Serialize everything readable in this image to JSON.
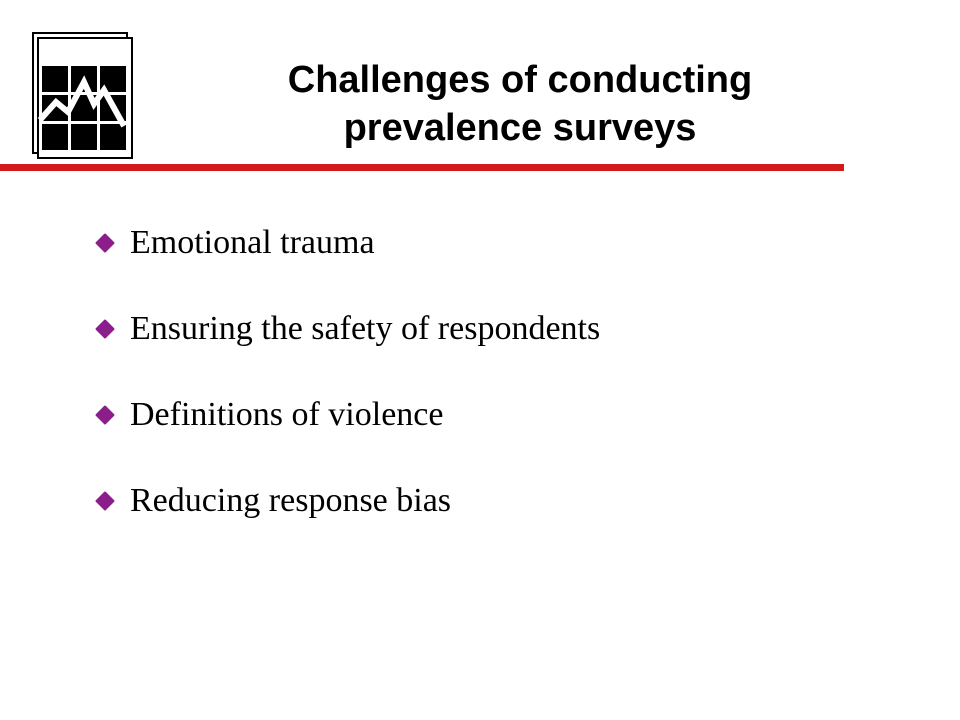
{
  "slide": {
    "title_lines": [
      "Challenges of conducting",
      "prevalence surveys"
    ],
    "bullets": [
      "Emotional trauma",
      "Ensuring the safety of respondents",
      "Definitions of violence",
      "Reducing response bias"
    ]
  },
  "colors": {
    "accent_rule": "#d11a1a",
    "bullet": "#8b1e8b",
    "text": "#000000"
  },
  "icons": {
    "logo": "line-chart-grid-icon",
    "bullet": "diamond-bullet-icon"
  }
}
